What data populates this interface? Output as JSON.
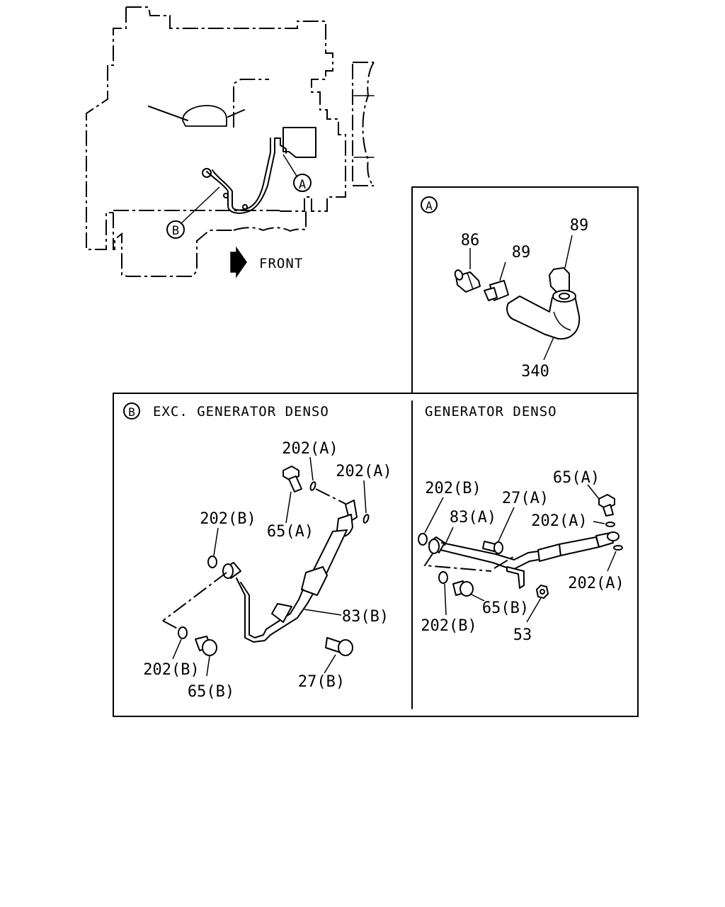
{
  "overview": {
    "front_label": "FRONT",
    "callout_a": "A",
    "callout_b": "B"
  },
  "detail_a": {
    "callout": "A",
    "labels": {
      "p86": "86",
      "p89_left": "89",
      "p89_right": "89",
      "p340": "340"
    }
  },
  "detail_b": {
    "callout": "B",
    "left_title": "EXC. GENERATOR DENSO",
    "right_title": "GENERATOR DENSO",
    "left_labels": {
      "l202a_top": "202(A)",
      "l202a_right": "202(A)",
      "l65a": "65(A)",
      "l202b_top": "202(B)",
      "l83b": "83(B)",
      "l202b_bottom": "202(B)",
      "l65b": "65(B)",
      "l27b": "27(B)"
    },
    "right_labels": {
      "r202b_top": "202(B)",
      "r65a": "65(A)",
      "r27a": "27(A)",
      "r83a": "83(A)",
      "r202a_mid": "202(A)",
      "r202a_bottom": "202(A)",
      "r65b": "65(B)",
      "r202b_bottom": "202(B)",
      "r53": "53"
    }
  },
  "icons": {
    "front_arrow": "right-arrow-icon"
  }
}
